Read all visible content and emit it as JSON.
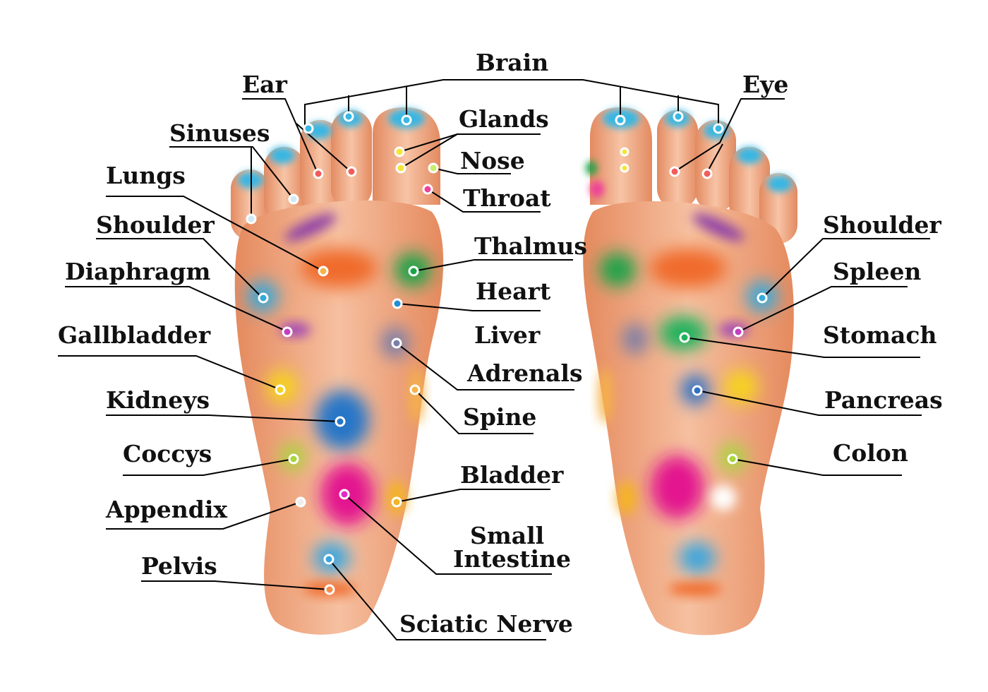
{
  "labels": {
    "brain": "Brain",
    "ear": "Ear",
    "eye": "Eye",
    "sinuses": "Sinuses",
    "glands": "Glands",
    "nose": "Nose",
    "throat": "Throat",
    "lungs": "Lungs",
    "shoulder_left": "Shoulder",
    "thalmus": "Thalmus",
    "diaphragm": "Diaphragm",
    "heart": "Heart",
    "liver": "Liver",
    "gallbladder": "Gallbladder",
    "adrenals": "Adrenals",
    "kidneys": "Kidneys",
    "spine": "Spine",
    "coccys": "Coccys",
    "bladder": "Bladder",
    "appendix": "Appendix",
    "small_intestine_1": "Small",
    "small_intestine_2": "Intestine",
    "pelvis": "Pelvis",
    "sciatic_nerve": "Sciatic Nerve",
    "shoulder_right": "Shoulder",
    "spleen": "Spleen",
    "stomach": "Stomach",
    "pancreas": "Pancreas",
    "colon": "Colon"
  },
  "colors": {
    "skin": "#f0a57d",
    "brain": "#39b6e3",
    "ear": "#f25c5c",
    "glands": "#f7e43a",
    "nose": "#c8ef6a",
    "throat": "#ef3f9b",
    "lungs": "#f06a2a",
    "shoulder": "#35a9dc",
    "thalmus": "#1aa34a",
    "diaphragm": "#a044b8",
    "heart": "#1f8fd8",
    "liver": "#7a7ea8",
    "gallbladder": "#f6d31f",
    "kidneys": "#2576c7",
    "spine": "#f6b34a",
    "coccys": "#a9d63a",
    "bladder": "#f4b425",
    "appendix": "#ffffff",
    "small_intestine": "#e3168f",
    "pelvis": "#f58a4a",
    "sciatic": "#3aa5dd",
    "stomach": "#1fb25c",
    "spleen": "#c23fbf",
    "pancreas": "#2f71c4",
    "colon": "#a8d63c"
  }
}
